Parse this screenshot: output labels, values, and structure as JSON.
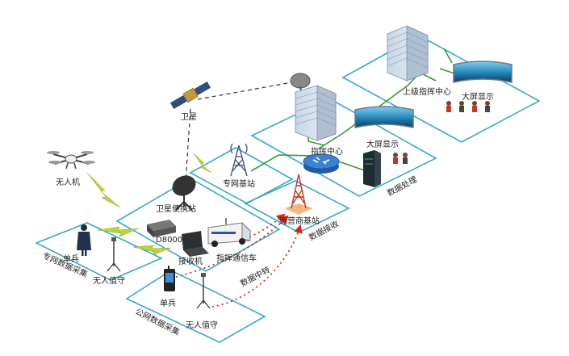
{
  "labels": {
    "satellite": "卫星",
    "drone": "无人机",
    "satellite_portable": "卫星便携站",
    "private_base": "专网基站",
    "command_center": "指挥中心",
    "big_screen_center": "大屏显示",
    "upper_center": "上级指挥中心",
    "big_screen_upper": "大屏显示",
    "carrier_base": "运营商基站",
    "d8000": "D8000",
    "receiver": "接收机",
    "command_vehicle": "指挥通信车",
    "soldier_private": "单兵",
    "unattended_private": "无人值守",
    "soldier_public": "单兵",
    "unattended_public": "无人值守"
  },
  "zones": {
    "private_collect": "专网数据采集",
    "public_collect": "公网数据采集",
    "data_relay": "数据中转",
    "data_receive": "数据接收",
    "data_process": "数据处理"
  },
  "colors": {
    "zone_border": "#38a9c8",
    "green_line": "#3a9a3a",
    "lightning": "#b7d63a",
    "red_dashed": "#d42a1e",
    "dashed_black": "#333333"
  },
  "icons": [
    "satellite-icon",
    "drone-icon",
    "satellite-dish-icon",
    "radio-tower-icon",
    "building-icon",
    "router-icon",
    "server-icon",
    "video-wall-icon",
    "vehicle-icon",
    "laptop-icon",
    "phone-icon",
    "tripod-camera-icon",
    "soldier-icon",
    "people-icon"
  ]
}
